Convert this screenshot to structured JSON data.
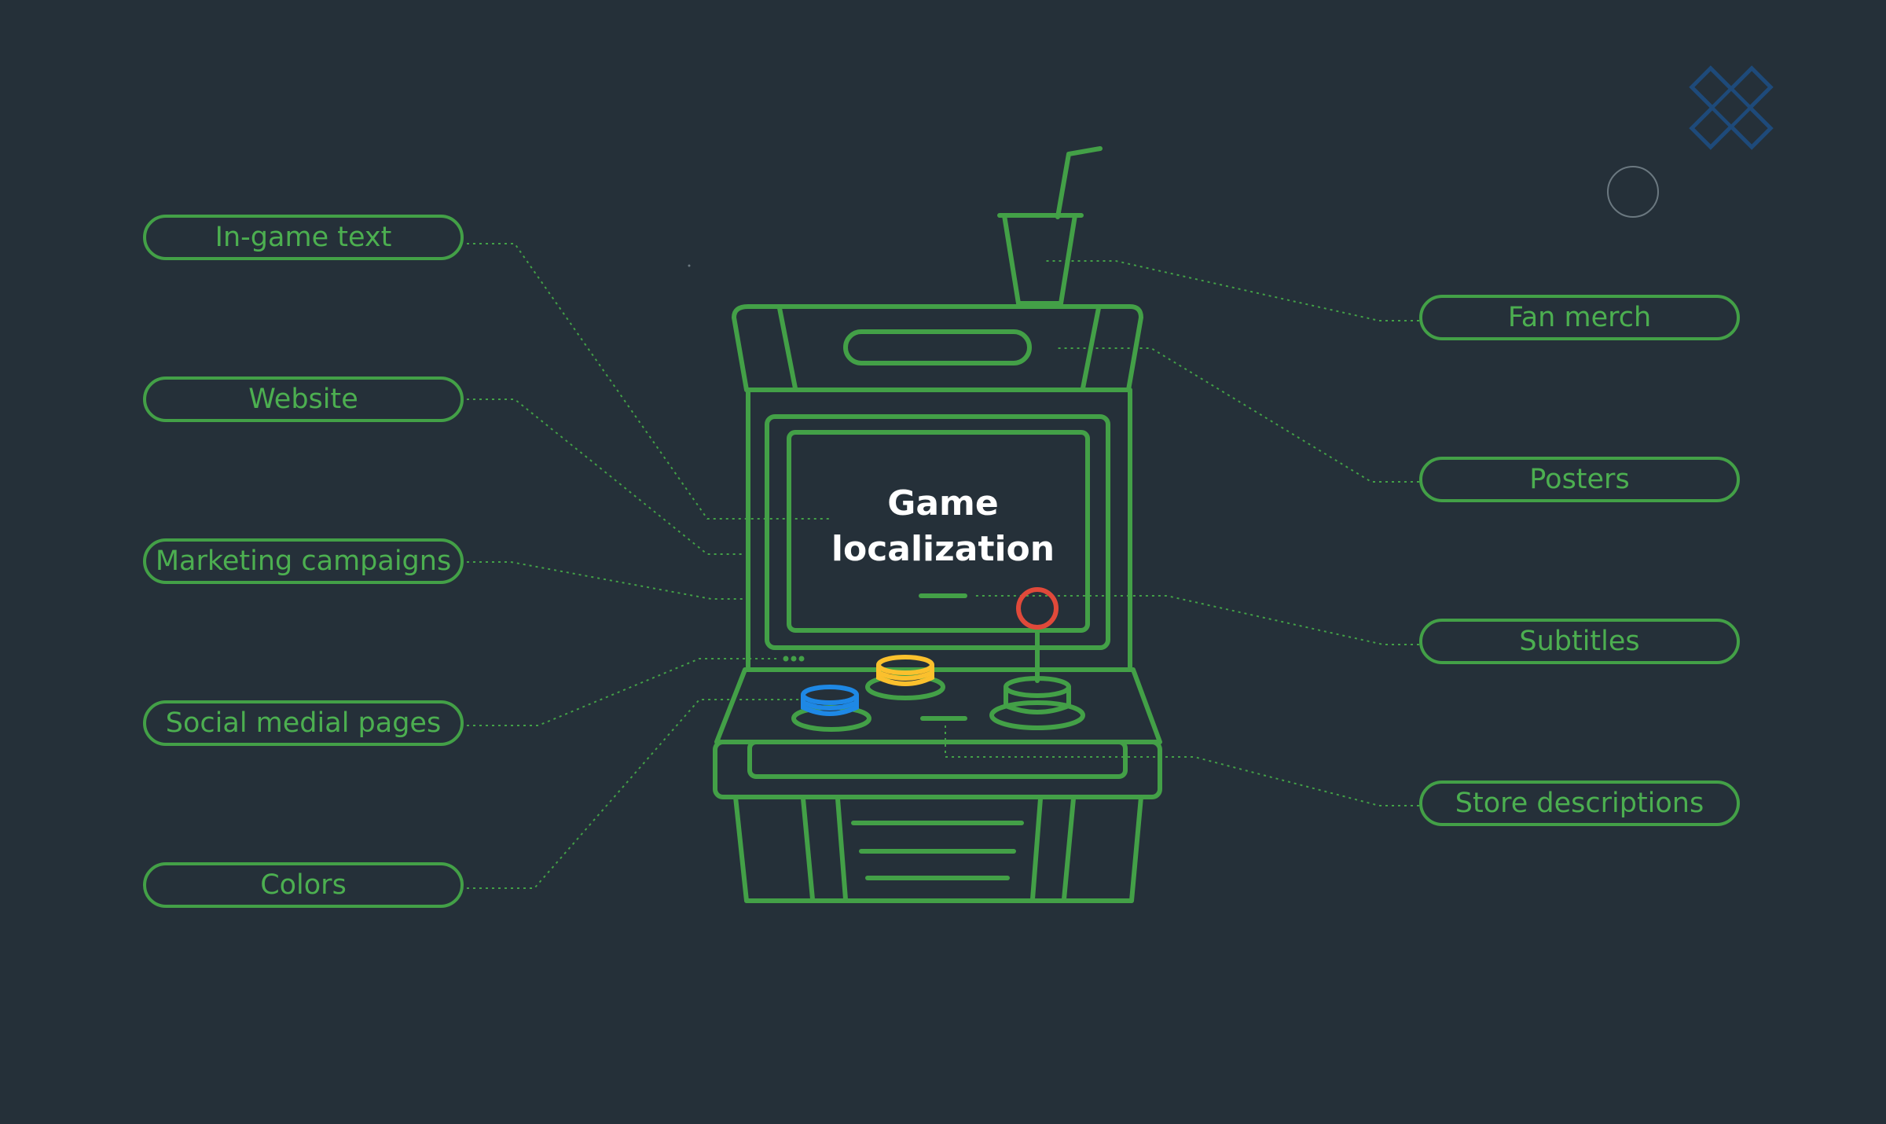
{
  "center": {
    "line1": "Game",
    "line2": "localization"
  },
  "left_labels": [
    "In-game text",
    "Website",
    "Marketing campaigns",
    "Social medial pages",
    "Colors"
  ],
  "right_labels": [
    "Fan merch",
    "Posters",
    "Subtitles",
    "Store descriptions"
  ],
  "colors": {
    "background": "#253039",
    "outline": "#43a047",
    "button_blue": "#1e88e5",
    "button_yellow": "#fbc02d",
    "joystick_red": "#e0493a",
    "decor_blue": "#1e4a7a"
  },
  "icons": [
    "arcade-cabinet-icon",
    "drink-cup-icon",
    "cross-decor-icon",
    "circle-decor-icon"
  ]
}
